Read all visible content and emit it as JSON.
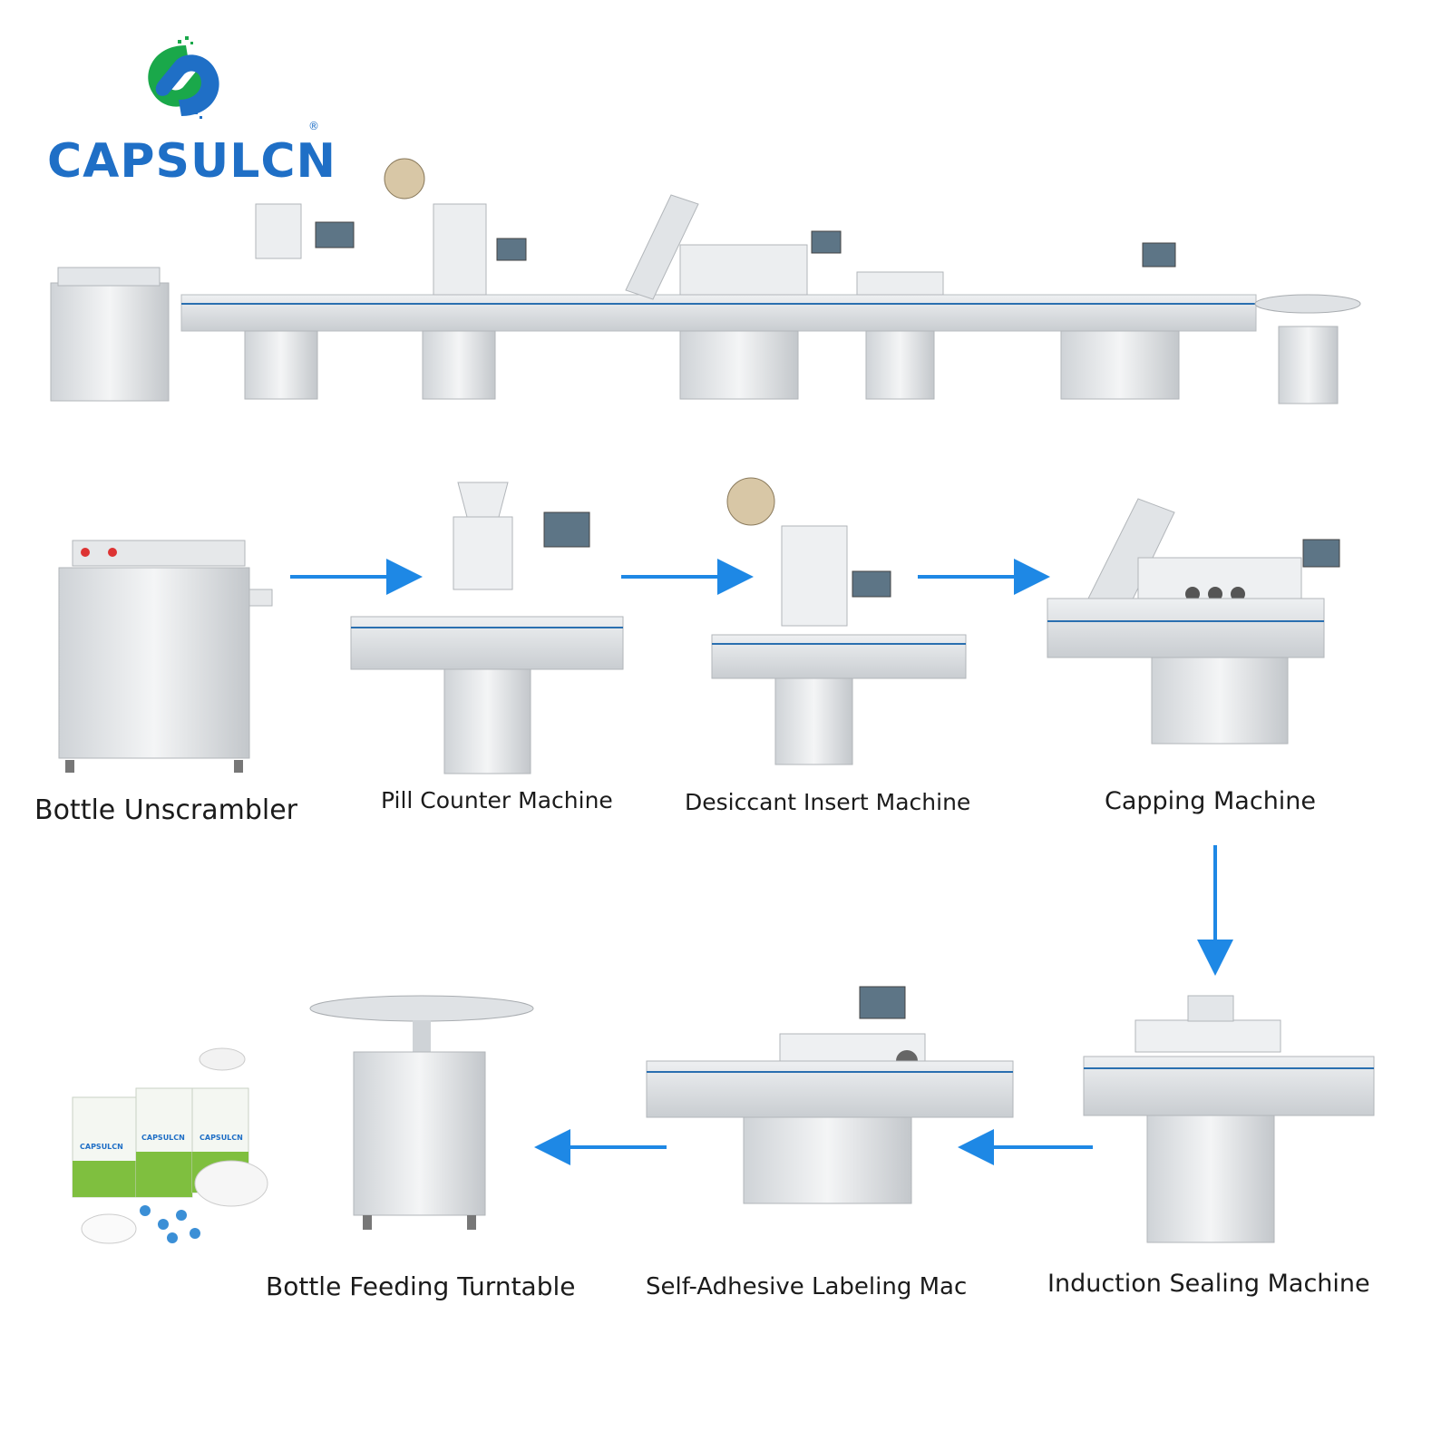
{
  "brand": {
    "name": "CAPSULCN",
    "registered_mark": "®",
    "accent_color": "#1f6fc6",
    "logo_green": "#1aa84a",
    "logo_blue": "#1f6fc6"
  },
  "flow": {
    "arrow_color": "#1e88e5",
    "steps": [
      {
        "label": "Bottle Unscrambler"
      },
      {
        "label": "Pill Counter Machine"
      },
      {
        "label": "Desiccant Insert Machine"
      },
      {
        "label": "Capping Machine"
      },
      {
        "label": "Induction Sealing Machine"
      },
      {
        "label": "Self-Adhesive Labeling Mac"
      },
      {
        "label": "Bottle Feeding Turntable"
      }
    ]
  },
  "product_boxes": {
    "brand_print": "CAPSULCN"
  }
}
